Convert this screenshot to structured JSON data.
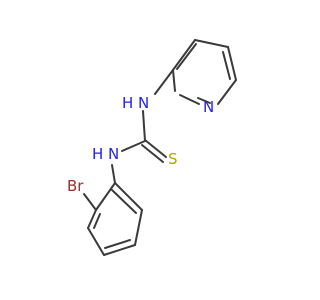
{
  "colors": {
    "background": "#ffffff",
    "carbon_bond": "#3a3a3a",
    "nitrogen": "#2323e6",
    "sulfur": "#b3a400",
    "bromine": "#a52a2a"
  },
  "atoms": {
    "nh_upper": "H",
    "n_upper": "N",
    "nh_lower": "H",
    "n_lower": "N",
    "s": "S",
    "n_ring": "N",
    "br": "Br"
  }
}
